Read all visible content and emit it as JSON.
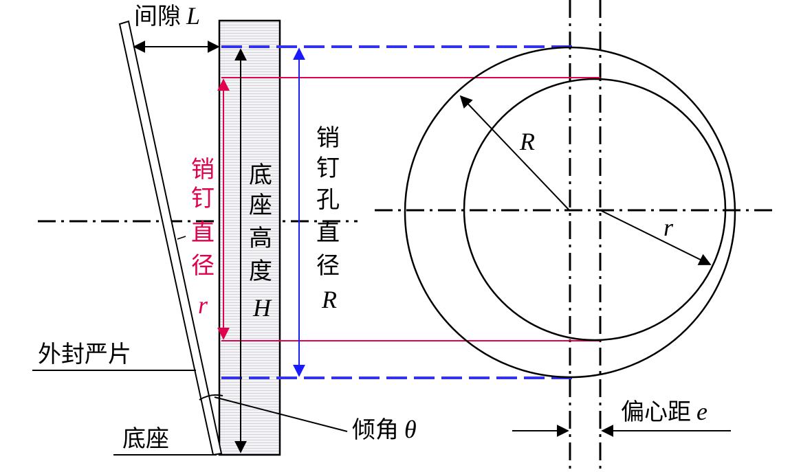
{
  "labels": {
    "gap": "间隙",
    "gap_var": "L",
    "pin_diameter_chars": [
      "销",
      "钉",
      "直",
      "径"
    ],
    "pin_diameter_var": "r",
    "base_height_chars": [
      "底",
      "座",
      "高",
      "度"
    ],
    "base_height_var": "H",
    "pin_hole_chars": [
      "销",
      "钉",
      "孔",
      "直",
      "径"
    ],
    "pin_hole_var": "R",
    "outer_seal": "外封严片",
    "base": "底座",
    "tilt": "倾角",
    "tilt_var": "θ",
    "eccentricity": "偏心距",
    "eccentricity_var": "e",
    "circle_big_var": "R",
    "circle_small_var": "r"
  },
  "colors": {
    "line": "#000000",
    "pin_diameter": "#e0004b",
    "pin_hole": "#1a1aff",
    "dashed_outer": "#3333ee",
    "hatch_fill": "#e9e9ee"
  }
}
